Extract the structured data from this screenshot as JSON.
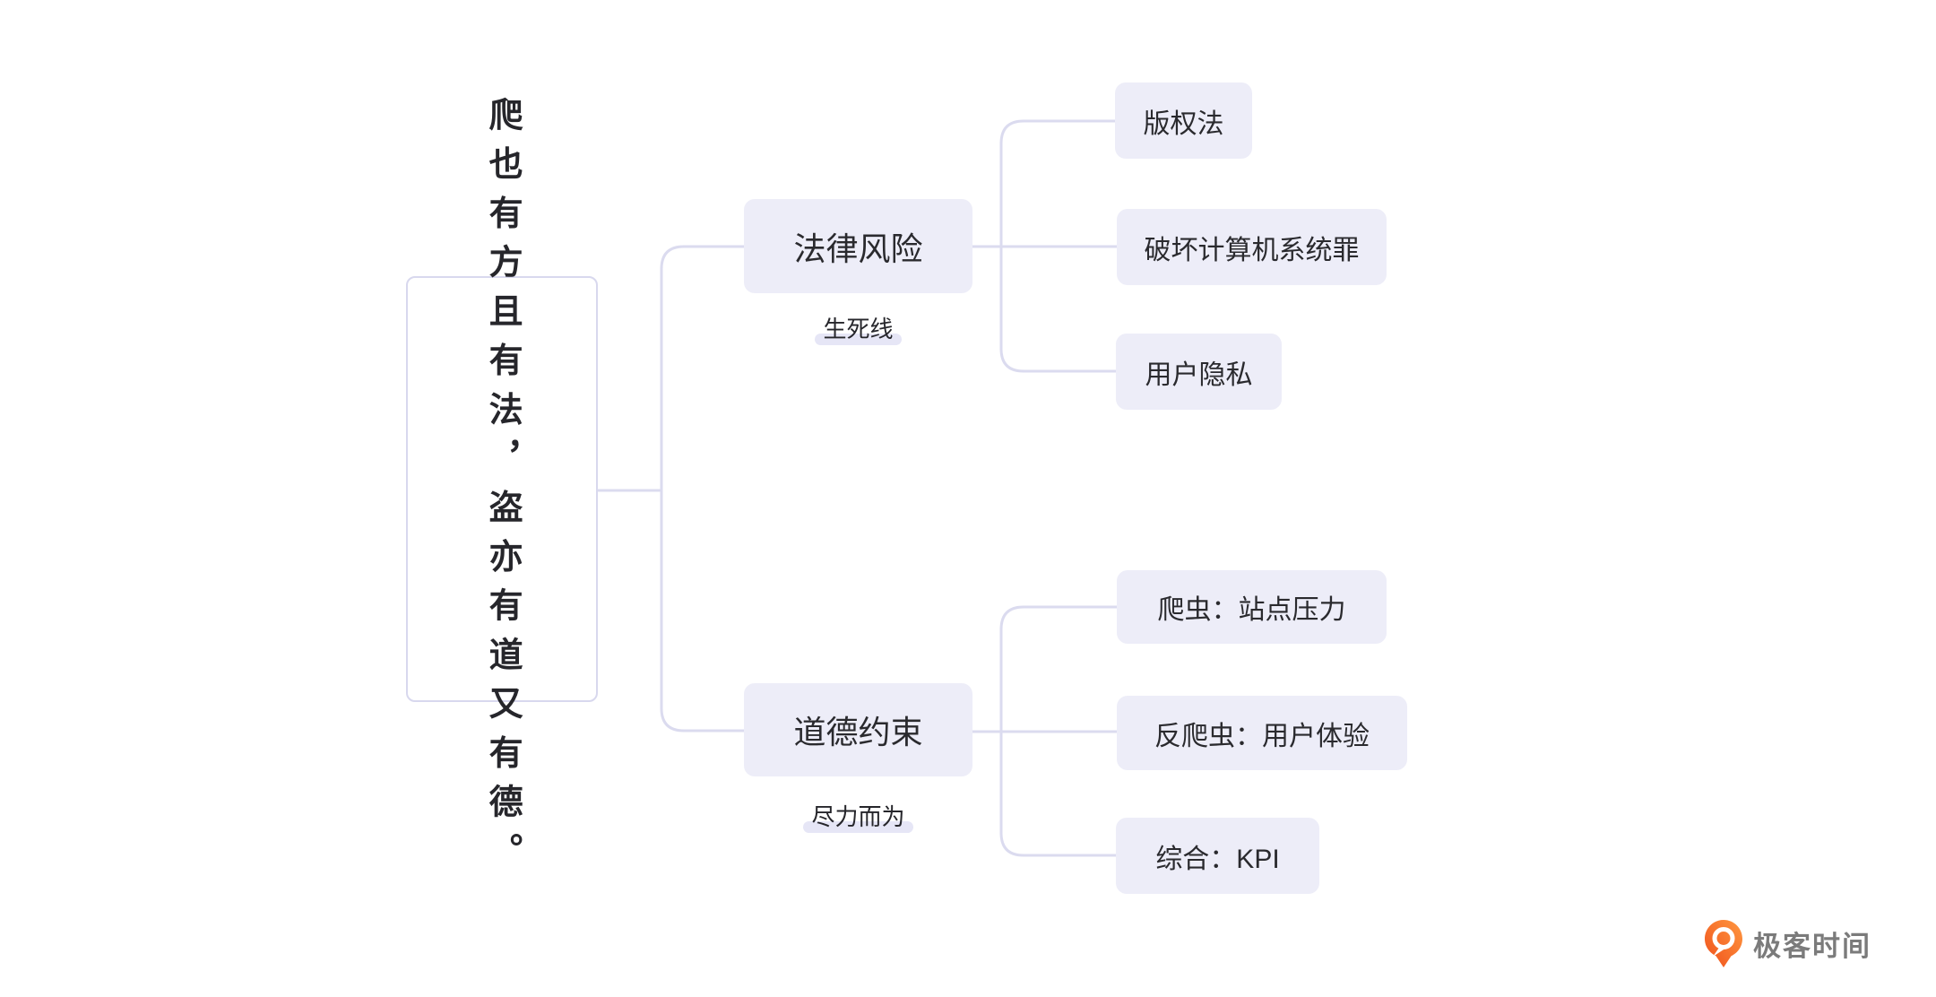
{
  "canvas": {
    "background": "#ffffff"
  },
  "colors": {
    "node_fill": "#EDEDF8",
    "root_border": "#D8D8EE",
    "connector": "#DBDBEF",
    "text": "#2A2A2E",
    "note_highlight": "#E6E6F6",
    "brand_orange": "#F0521C",
    "brand_gray": "#7B7B7B"
  },
  "mindmap": {
    "root": {
      "label": "爬也有方且有法，盗亦有道又有德。"
    },
    "branches": [
      {
        "label": "法律风险",
        "note": "生死线",
        "children": [
          {
            "label": "版权法"
          },
          {
            "label": "破坏计算机系统罪"
          },
          {
            "label": "用户隐私"
          }
        ]
      },
      {
        "label": "道德约束",
        "note": "尽力而为",
        "children": [
          {
            "label": "爬虫：站点压力"
          },
          {
            "label": "反爬虫：用户体验"
          },
          {
            "label": "综合：KPI"
          }
        ]
      }
    ]
  },
  "watermark": {
    "label": "极客时间"
  }
}
